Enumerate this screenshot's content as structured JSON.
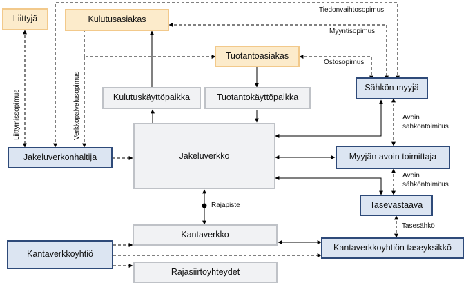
{
  "nodes": {
    "liittyja": "Liittyjä",
    "kulutusasiakas": "Kulutusasiakas",
    "tuotantoasiakas": "Tuotantoasiakas",
    "kulutuskayttopaikka": "Kulutuskäyttöpaikka",
    "tuotantokayttopaikka": "Tuotantokäyttöpaikka",
    "sahkon_myyja": "Sähkön myyjä",
    "jakeluverkonhaltija": "Jakeluverkonhaltija",
    "jakeluverkko": "Jakeluverkko",
    "myyjan_avoin_toimittaja": "Myyjän avoin toimittaja",
    "tasevastaava": "Tasevastaava",
    "kantaverkko": "Kantaverkko",
    "kantaverkkoyhtio": "Kantaverkkoyhtiö",
    "kantaverkkoyhtion_taseyksikko": "Kantaverkkoyhtiön taseyksikkö",
    "rajasiirtoyhteydet": "Rajasiirtoyhteydet"
  },
  "labels": {
    "tiedonvaihtosopimus": "Tiedonvaihtosopimus",
    "myyntisopimus": "Myyntisopimus",
    "ostosopimus": "Ostosopimus",
    "liittymissopimus": "Liittymissopimus",
    "verkkopalvelusopimus": "Verkkopalvelusopimus",
    "avoin1_a": "Avoin",
    "avoin1_b": "sähköntoimitus",
    "avoin2_a": "Avoin",
    "avoin2_b": "sähköntoimitus",
    "rajapiste": "Rajapiste",
    "tasesahko": "Tasesähkö"
  },
  "colors": {
    "customer_fill": "#FCEBCB",
    "customer_border": "#F2C98B",
    "party_fill": "#DCE5F2",
    "party_border": "#2E4A79",
    "network_fill": "#F1F2F4",
    "network_border": "#BFC2C7"
  }
}
